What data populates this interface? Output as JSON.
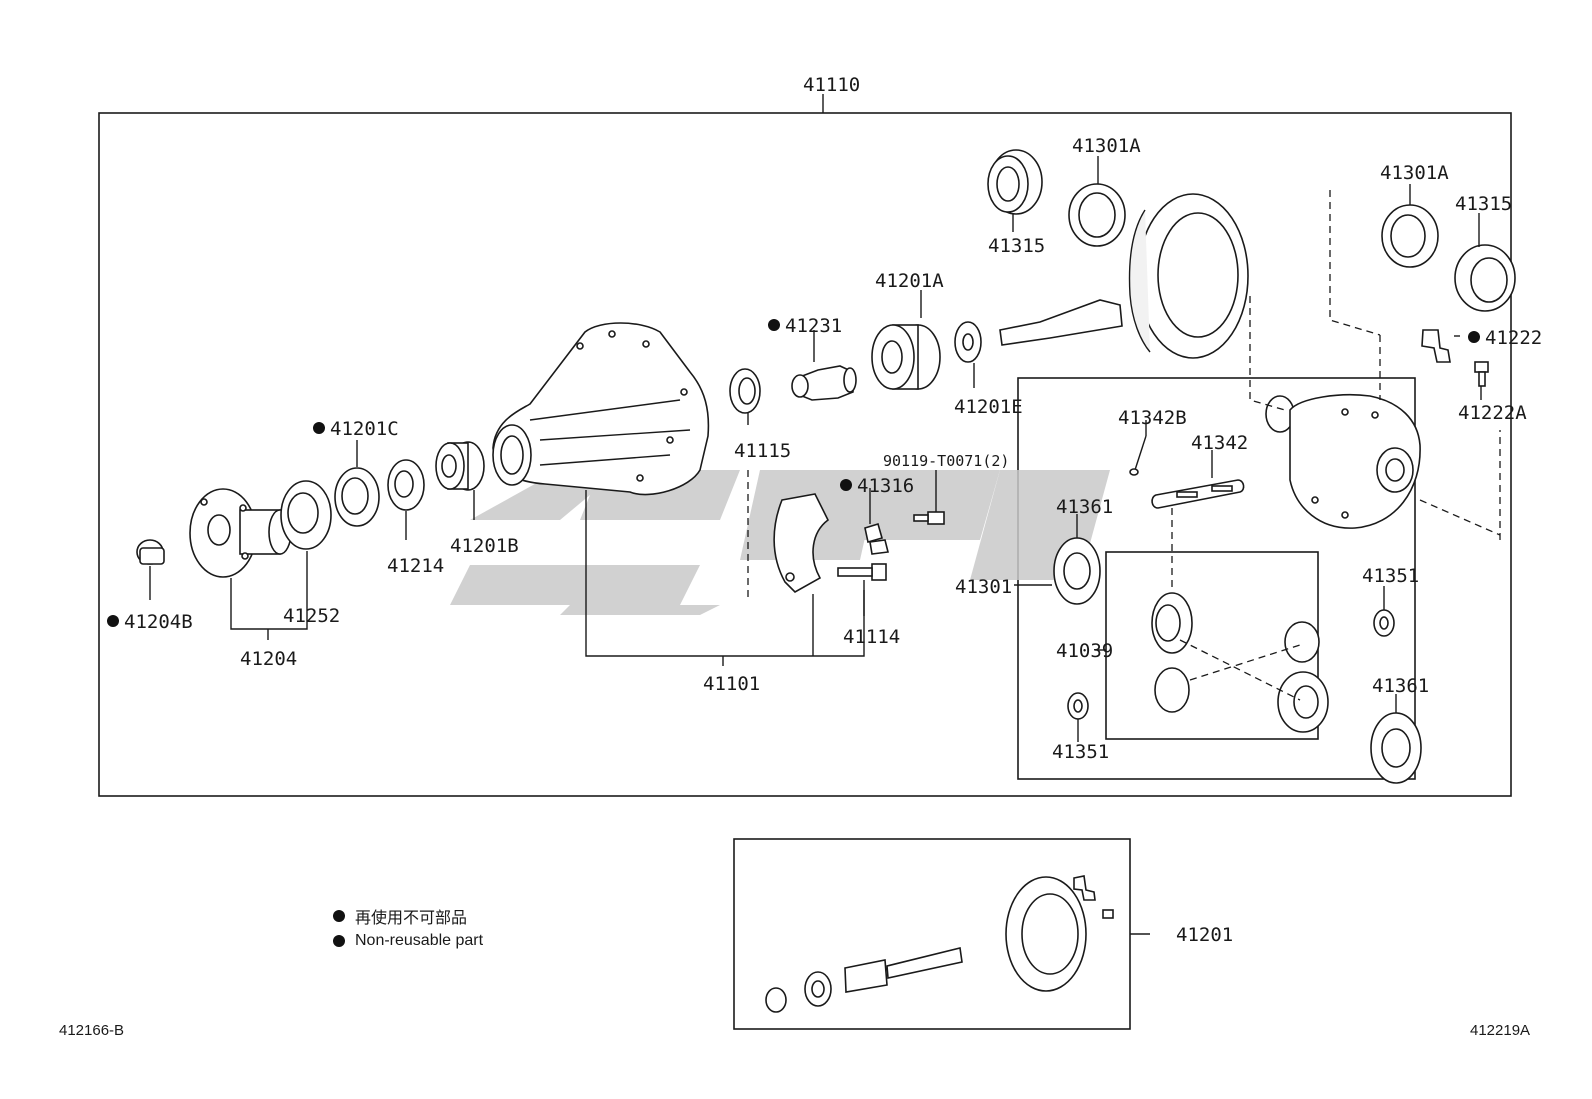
{
  "labels": {
    "p41110": "41110",
    "p41301A_top": "41301A",
    "p41315_top": "41315",
    "p41301A_right": "41301A",
    "p41315_right": "41315",
    "p41201A": "41201A",
    "p41231": "41231",
    "p41222": "41222",
    "p41222A": "41222A",
    "p41201E": "41201E",
    "p41115": "41115",
    "p41201C": "41201C",
    "p41342B": "41342B",
    "p41342": "41342",
    "p90119": "90119-T0071(2)",
    "p41316": "41316",
    "p41361_left": "41361",
    "p41214": "41214",
    "p41201B": "41201B",
    "p41301": "41301",
    "p41351_right": "41351",
    "p41204B": "41204B",
    "p41252": "41252",
    "p41204": "41204",
    "p41114": "41114",
    "p41039": "41039",
    "p41101": "41101",
    "p41361_right": "41361",
    "p41351_left": "41351",
    "p41201": "41201"
  },
  "legend": {
    "line1": "再使用不可部品",
    "line2": "Non-reusable part"
  },
  "codes": {
    "left": "412166-B",
    "right": "412219A"
  }
}
